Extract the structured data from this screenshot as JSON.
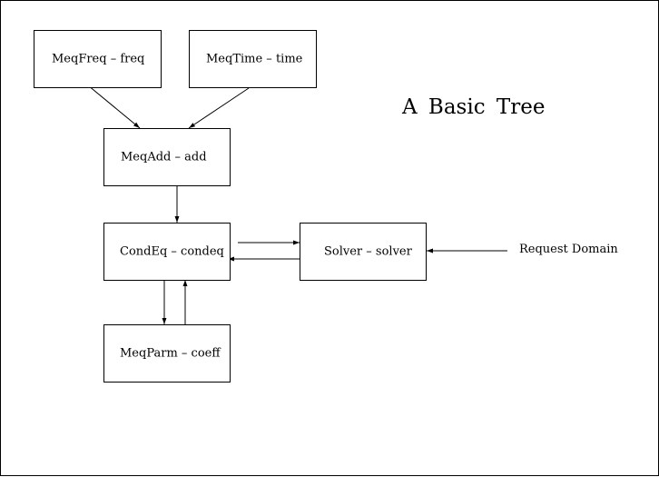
{
  "title": "A Basic Tree",
  "nodes": {
    "meqfreq": "MeqFreq – freq",
    "meqtime": "MeqTime – time",
    "meqadd": "MeqAdd – add",
    "condeq": "CondEq – condeq",
    "solver": "Solver – solver",
    "meqparm": "MeqParm – coeff"
  },
  "external_label": "Request Domain",
  "edges": [
    {
      "from": "MeqFreq",
      "to": "MeqAdd"
    },
    {
      "from": "MeqTime",
      "to": "MeqAdd"
    },
    {
      "from": "MeqAdd",
      "to": "CondEq"
    },
    {
      "from": "CondEq",
      "to": "Solver"
    },
    {
      "from": "Solver",
      "to": "CondEq"
    },
    {
      "from": "Request Domain",
      "to": "Solver"
    },
    {
      "from": "CondEq",
      "to": "MeqParm"
    },
    {
      "from": "MeqParm",
      "to": "CondEq"
    }
  ],
  "colors": {
    "line": "#000000",
    "background": "#ffffff"
  }
}
